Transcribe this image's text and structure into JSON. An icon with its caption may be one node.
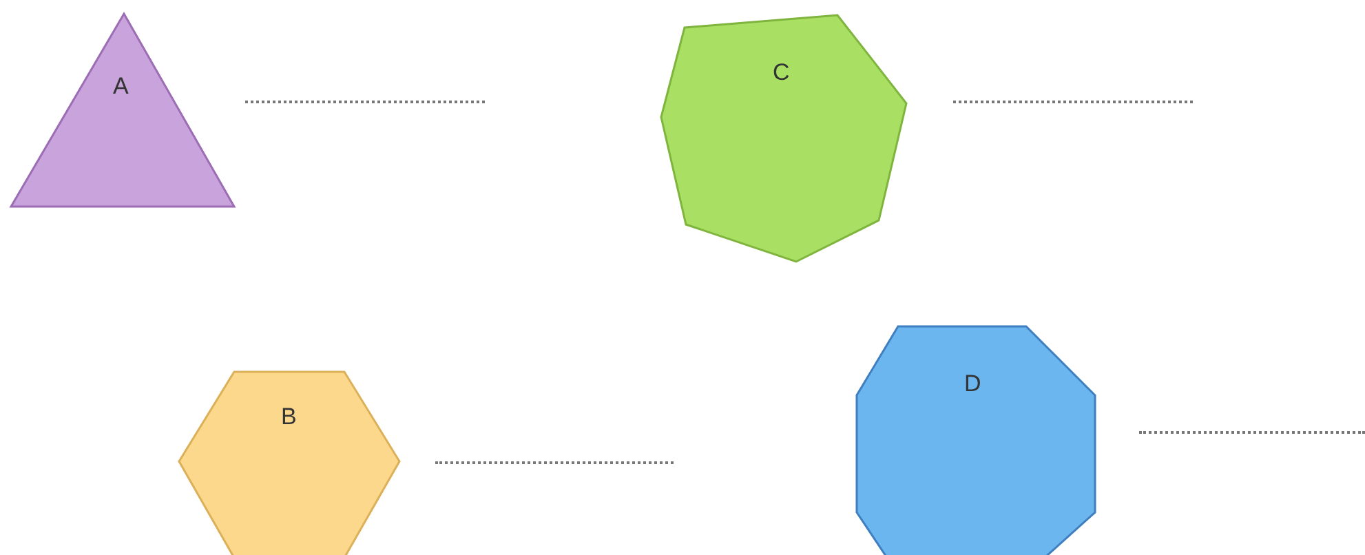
{
  "diagram": {
    "nodes": [
      {
        "text": [
          "A"
        ]
      },
      {
        "text": [
          "C"
        ]
      },
      {
        "text": [
          "B"
        ]
      },
      {
        "text": [
          "D"
        ]
      }
    ]
  }
}
